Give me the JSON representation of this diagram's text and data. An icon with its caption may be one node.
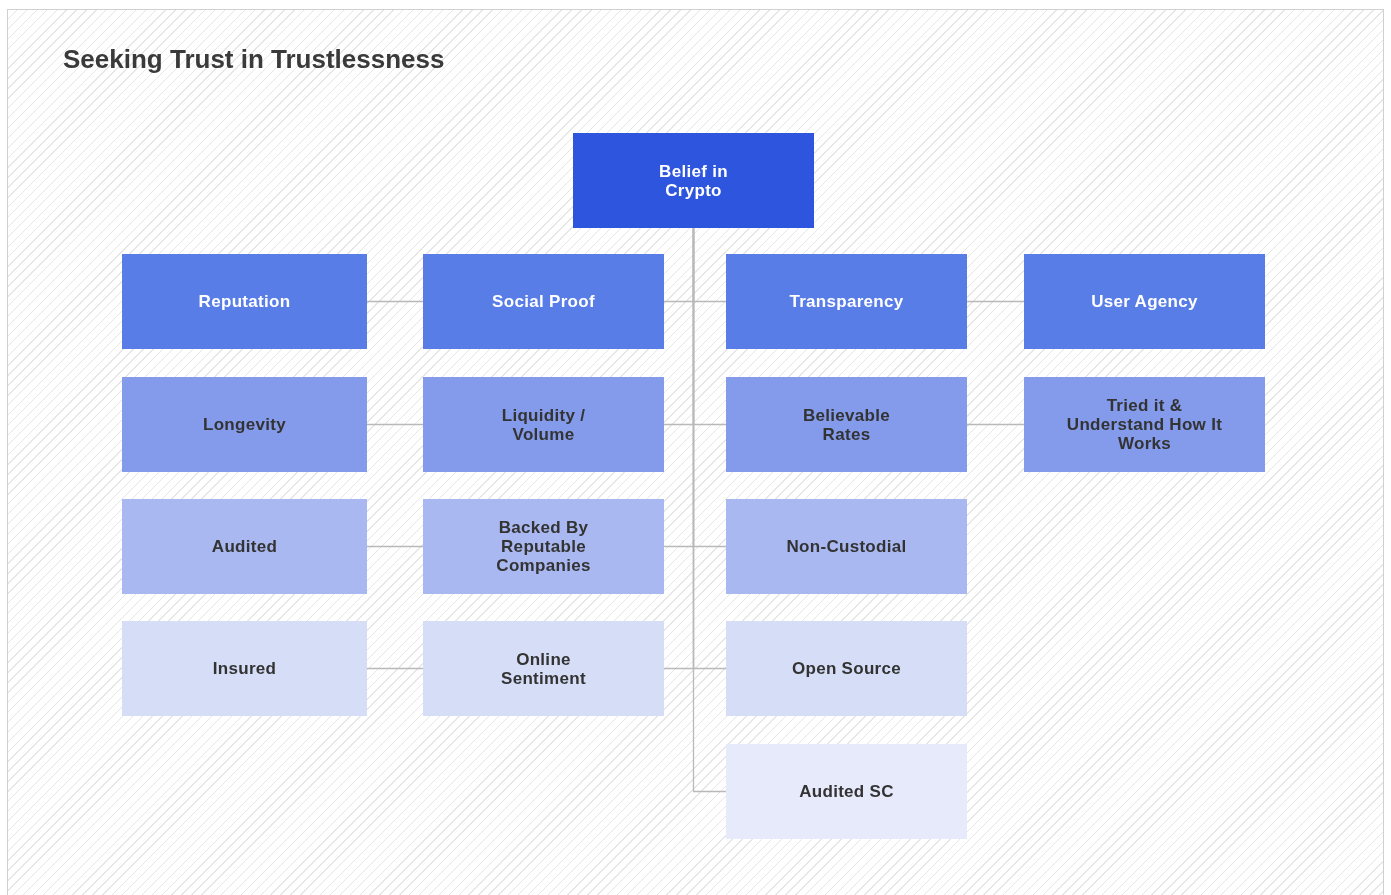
{
  "diagram": {
    "title": "Seeking Trust in Trustlessness",
    "nodes": [
      {
        "text": [
          "Belief in Crypto"
        ]
      },
      {
        "text": [
          "Reputation"
        ]
      },
      {
        "text": [
          "Social Proof"
        ]
      },
      {
        "text": [
          "Transparency"
        ]
      },
      {
        "text": [
          "User Agency"
        ]
      },
      {
        "text": [
          "Longevity"
        ]
      },
      {
        "text": [
          "Liquidity / Volume"
        ]
      },
      {
        "text": [
          "Believable Rates"
        ]
      },
      {
        "text": [
          "Tried it & Understand How It Works"
        ]
      },
      {
        "text": [
          "Audited"
        ]
      },
      {
        "text": [
          "Backed By Reputable Companies"
        ]
      },
      {
        "text": [
          "Non-Custodial"
        ]
      },
      {
        "text": [
          "Insured"
        ]
      },
      {
        "text": [
          "Online Sentiment"
        ]
      },
      {
        "text": [
          "Open Source"
        ]
      },
      {
        "text": [
          "Audited SC"
        ]
      }
    ],
    "edges": [
      {
        "from": 0,
        "to": 2,
        "arrow": "none"
      },
      {
        "from": 0,
        "to": 3,
        "arrow": "none"
      },
      {
        "from": 1,
        "to": 2,
        "arrow": "none"
      },
      {
        "from": 3,
        "to": 4,
        "arrow": "none"
      },
      {
        "from": 0,
        "to": 6,
        "arrow": "none"
      },
      {
        "from": 0,
        "to": 7,
        "arrow": "none"
      },
      {
        "from": 5,
        "to": 6,
        "arrow": "none"
      },
      {
        "from": 7,
        "to": 8,
        "arrow": "none"
      },
      {
        "from": 0,
        "to": 10,
        "arrow": "none"
      },
      {
        "from": 0,
        "to": 11,
        "arrow": "none"
      },
      {
        "from": 9,
        "to": 10,
        "arrow": "none"
      },
      {
        "from": 0,
        "to": 13,
        "arrow": "none"
      },
      {
        "from": 0,
        "to": 14,
        "arrow": "none"
      },
      {
        "from": 12,
        "to": 13,
        "arrow": "none"
      },
      {
        "from": 0,
        "to": 15,
        "arrow": "none"
      }
    ]
  }
}
